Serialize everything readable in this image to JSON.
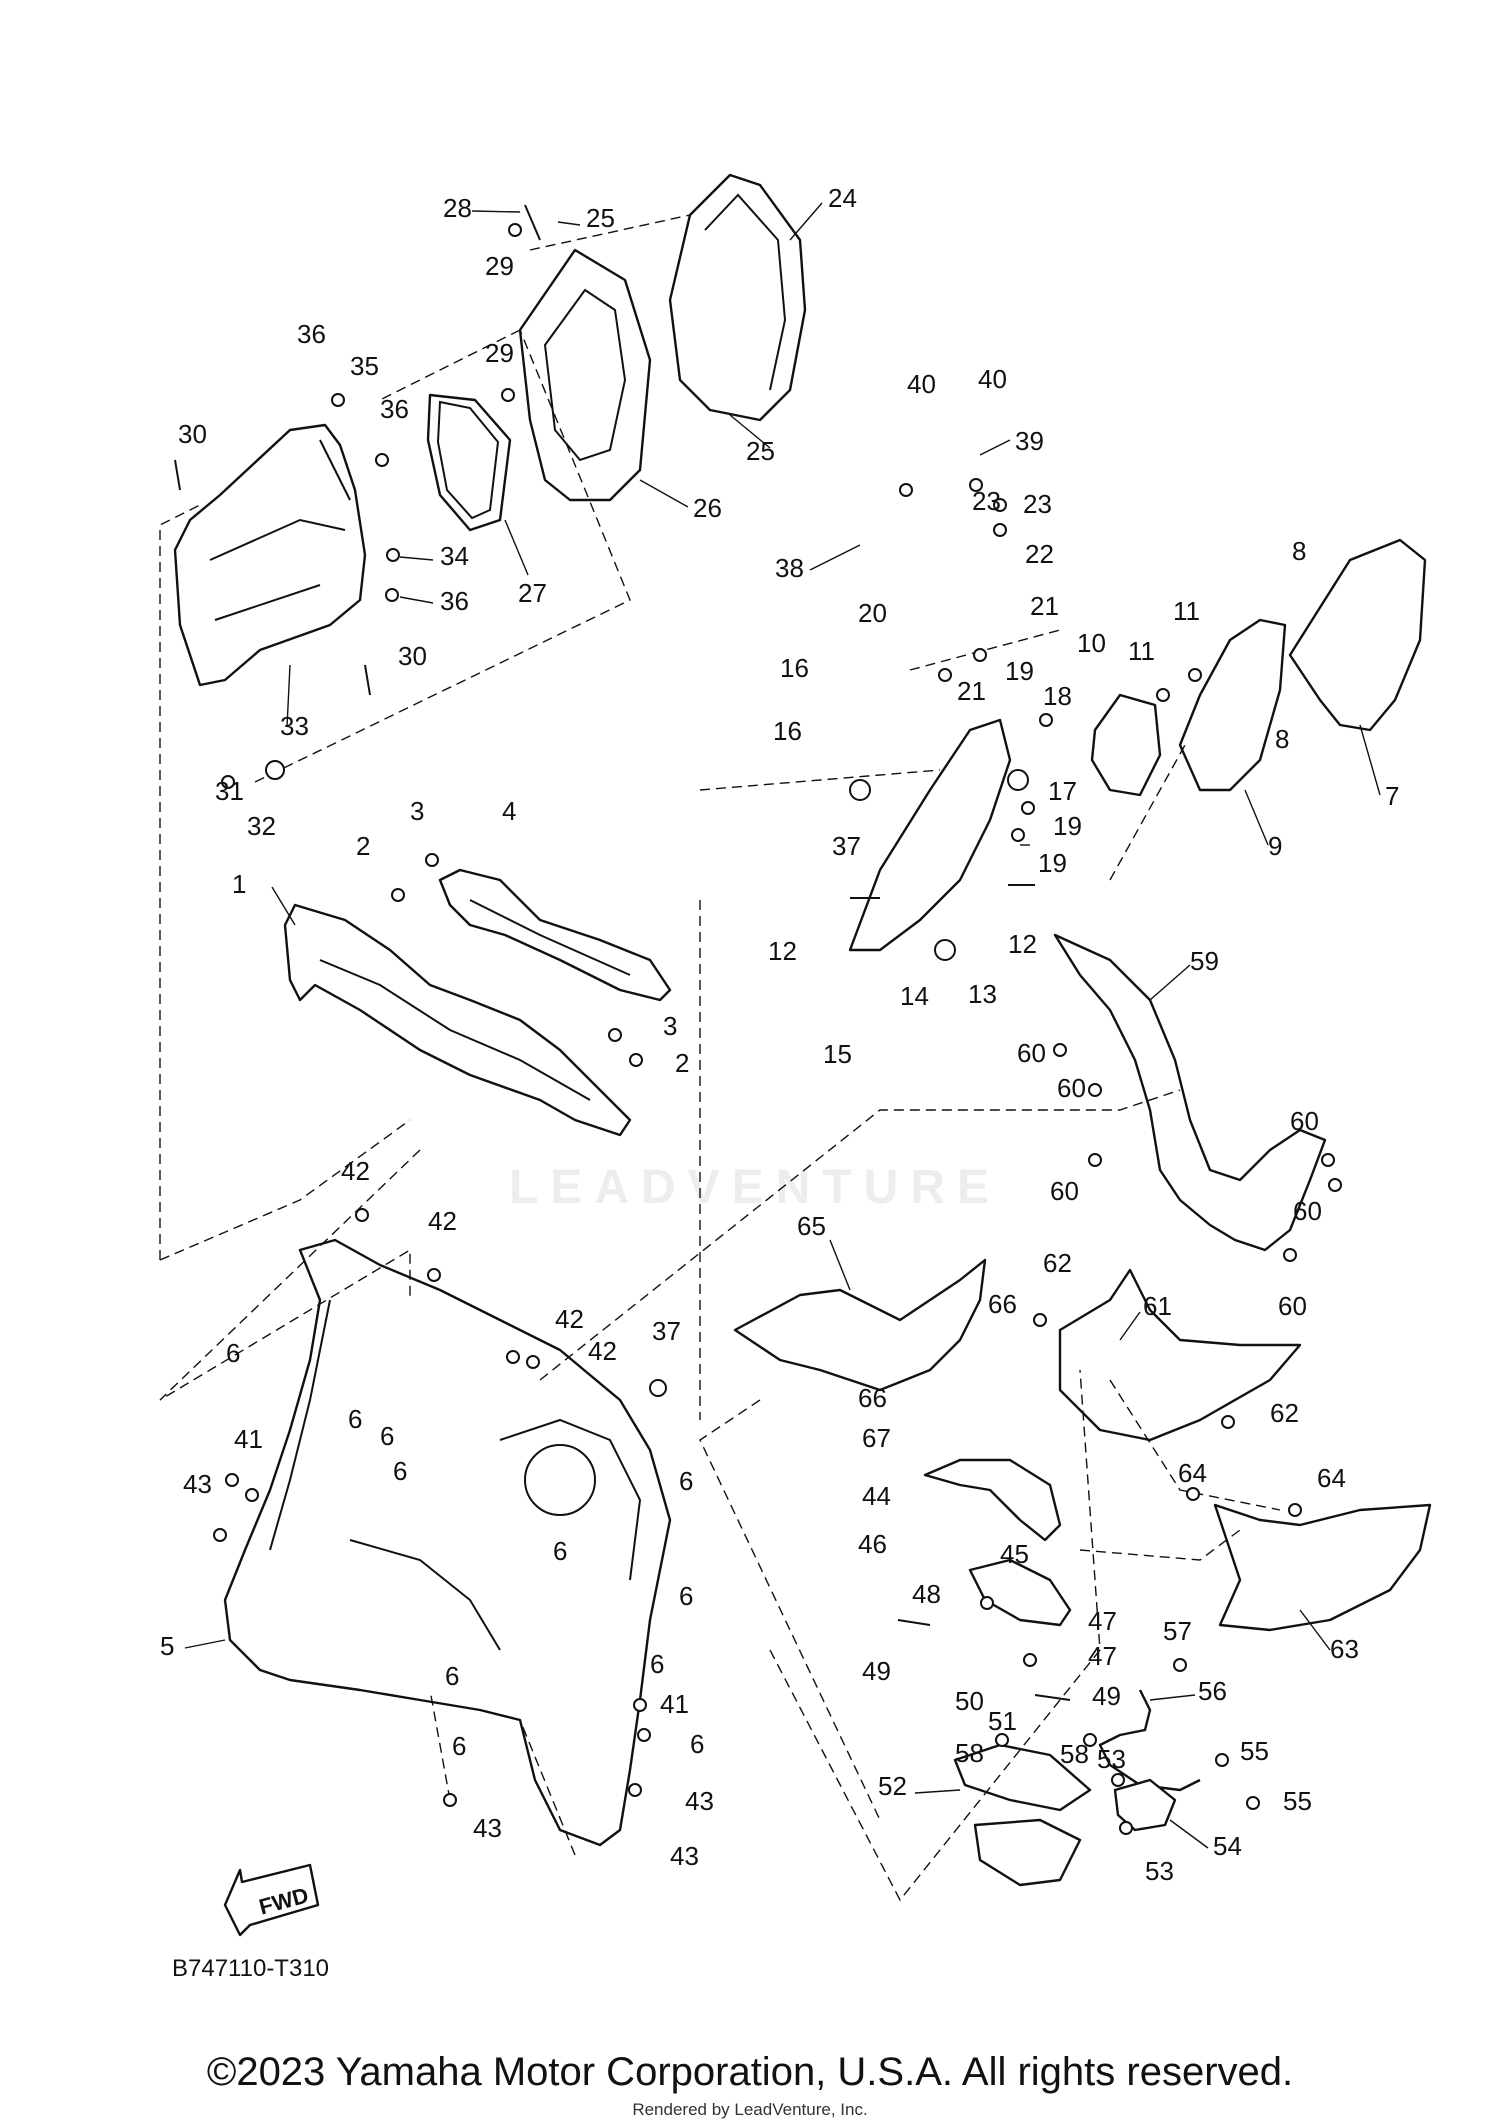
{
  "diagram": {
    "ref_code": "B747110-T310",
    "fwd_label": "FWD",
    "watermark_text": "LEADVENTURE",
    "callouts": [
      "1",
      "2",
      "3",
      "4",
      "5",
      "6",
      "7",
      "8",
      "9",
      "10",
      "11",
      "12",
      "13",
      "14",
      "15",
      "16",
      "17",
      "18",
      "19",
      "20",
      "21",
      "22",
      "23",
      "24",
      "25",
      "26",
      "27",
      "28",
      "29",
      "30",
      "31",
      "32",
      "33",
      "34",
      "35",
      "36",
      "37",
      "38",
      "39",
      "40",
      "41",
      "42",
      "43",
      "44",
      "45",
      "46",
      "47",
      "48",
      "49",
      "50",
      "51",
      "52",
      "53",
      "54",
      "55",
      "56",
      "57",
      "58",
      "59",
      "60",
      "61",
      "62",
      "63",
      "64",
      "65",
      "66",
      "67"
    ]
  },
  "footer": {
    "copyright": "©2023 Yamaha Motor Corporation, U.S.A. All rights reserved.",
    "rendered_by": "Rendered by LeadVenture, Inc."
  }
}
